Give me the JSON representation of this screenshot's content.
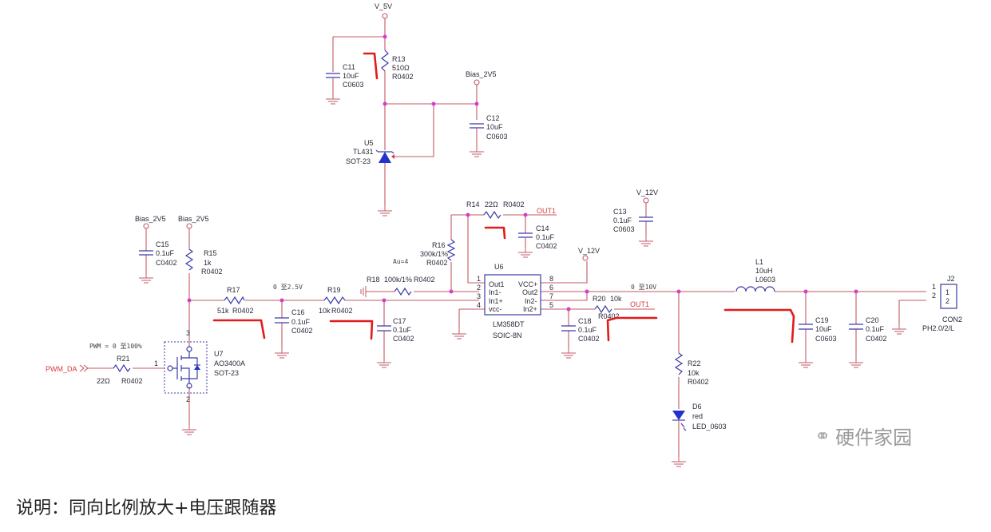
{
  "nets": {
    "v5": "V_5V",
    "bias_top": "Bias_2V5",
    "bias_left1": "Bias_2V5",
    "bias_left2": "Bias_2V5",
    "v12_top": "V_12V",
    "v12_u6": "V_12V",
    "out1_a": "OUT1",
    "out1_b": "OUT1",
    "pwm_in": "PWM_DA"
  },
  "annotations": {
    "range_25": "0 至2.5V",
    "range_10": "0 至10V",
    "gain": "Au=4",
    "pwm_range": "PWM = 0 至100%"
  },
  "components": {
    "C11": {
      "ref": "C11",
      "value": "10uF",
      "pkg": "C0603"
    },
    "R13": {
      "ref": "R13",
      "value": "510Ω",
      "pkg": "R0402"
    },
    "C12": {
      "ref": "C12",
      "value": "10uF",
      "pkg": "C0603"
    },
    "U5": {
      "ref": "U5",
      "value": "TL431",
      "pkg": "SOT-23"
    },
    "R14": {
      "ref": "R14",
      "value": "22Ω",
      "pkg": "R0402"
    },
    "C14": {
      "ref": "C14",
      "value": "0.1uF",
      "pkg": "C0402"
    },
    "R16": {
      "ref": "R16",
      "value": "300k/1%",
      "pkg": "R0402"
    },
    "C13": {
      "ref": "C13",
      "value": "0.1uF",
      "pkg": "C0603"
    },
    "C15": {
      "ref": "C15",
      "value": "0.1uF",
      "pkg": "C0402"
    },
    "R15": {
      "ref": "R15",
      "value": "1k",
      "pkg": "R0402"
    },
    "R17": {
      "ref": "R17",
      "value": "51k",
      "pkg": "R0402"
    },
    "C16": {
      "ref": "C16",
      "value": "0.1uF",
      "pkg": "C0402"
    },
    "R19": {
      "ref": "R19",
      "value": "10k",
      "pkg": "R0402"
    },
    "R18": {
      "ref": "R18",
      "value": "100k/1%",
      "pkg": "R0402"
    },
    "C17": {
      "ref": "C17",
      "value": "0.1uF",
      "pkg": "C0402"
    },
    "U6": {
      "ref": "U6",
      "value": "LM358DT",
      "pkg": "SOIC-8N",
      "pins_left": [
        {
          "num": "1",
          "name": "Out1"
        },
        {
          "num": "2",
          "name": "In1-"
        },
        {
          "num": "3",
          "name": "In1+"
        },
        {
          "num": "4",
          "name": "vcc-"
        }
      ],
      "pins_right": [
        {
          "num": "8",
          "name": "VCC+"
        },
        {
          "num": "6",
          "name": "Out2"
        },
        {
          "num": "7",
          "name": "In2-"
        },
        {
          "num": "5",
          "name": "In2+"
        }
      ]
    },
    "R20": {
      "ref": "R20",
      "value": "10k",
      "pkg": "R0402"
    },
    "C18": {
      "ref": "C18",
      "value": "0.1uF",
      "pkg": "C0402"
    },
    "L1": {
      "ref": "L1",
      "value": "10uH",
      "pkg": "L0603"
    },
    "C19": {
      "ref": "C19",
      "value": "10uF",
      "pkg": "C0603"
    },
    "C20": {
      "ref": "C20",
      "value": "0.1uF",
      "pkg": "C0402"
    },
    "J2": {
      "ref": "J2",
      "value": "CON2",
      "pkg": "PH2.0/2/L",
      "pins": [
        "1",
        "2"
      ],
      "pin_labels": [
        "1",
        "2"
      ]
    },
    "R22": {
      "ref": "R22",
      "value": "10k",
      "pkg": "R0402"
    },
    "D6": {
      "ref": "D6",
      "value": "red",
      "pkg": "LED_0603"
    },
    "U7": {
      "ref": "U7",
      "value": "AO3400A",
      "pkg": "SOT-23",
      "pin_gate": "1",
      "pin_drain": "3",
      "pin_source": "2"
    },
    "R21": {
      "ref": "R21",
      "value": "22Ω",
      "pkg": "R0402",
      "pin": "1"
    }
  },
  "watermark": {
    "icon": "wechat-icon",
    "text": "硬件家园"
  },
  "caption": "说明：同向比例放大+电压跟随器"
}
